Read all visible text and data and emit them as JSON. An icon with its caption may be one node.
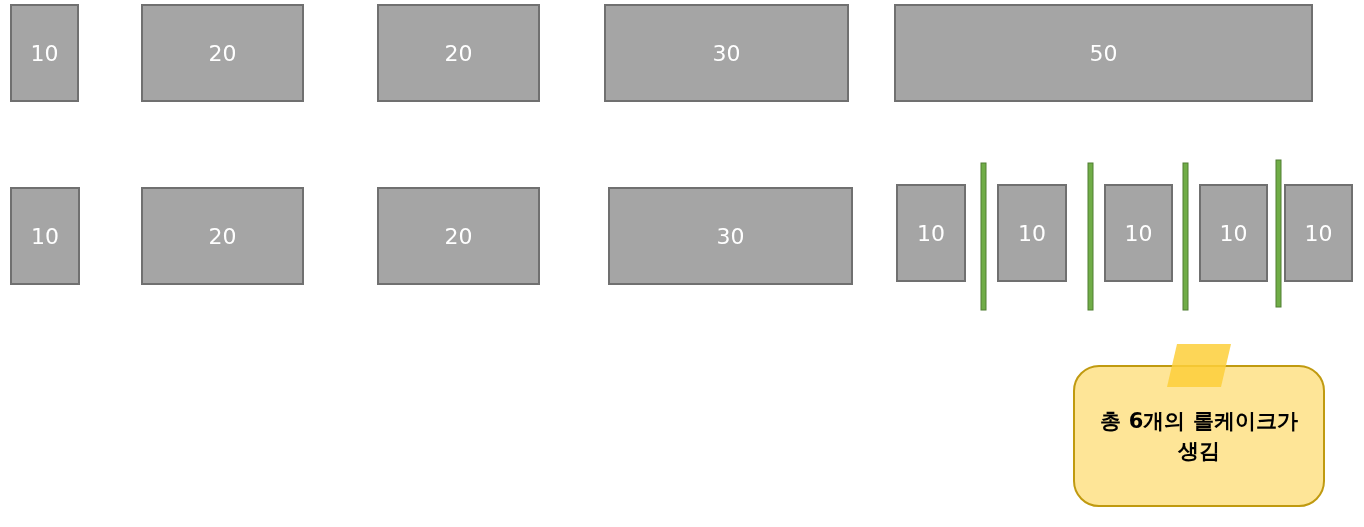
{
  "diagram": {
    "nodes": [
      {
        "text": [
          "10"
        ]
      },
      {
        "text": [
          "20"
        ]
      },
      {
        "text": [
          "20"
        ]
      },
      {
        "text": [
          "30"
        ]
      },
      {
        "text": [
          "50"
        ]
      },
      {
        "text": [
          "10"
        ]
      },
      {
        "text": [
          "20"
        ]
      },
      {
        "text": [
          "20"
        ]
      },
      {
        "text": [
          "30"
        ]
      },
      {
        "text": [
          "10"
        ]
      },
      {
        "text": [
          "10"
        ]
      },
      {
        "text": [
          "10"
        ]
      },
      {
        "text": [
          "10"
        ]
      },
      {
        "text": [
          "10"
        ]
      },
      {
        "text": [
          "총 6개의 롤케이크가 생김"
        ]
      }
    ],
    "edges": []
  }
}
